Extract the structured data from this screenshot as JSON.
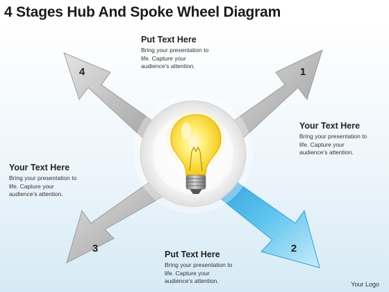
{
  "title": "4 Stages Hub And Spoke Wheel Diagram",
  "stages": [
    {
      "number": "1",
      "color": "gray"
    },
    {
      "number": "2",
      "color": "blue"
    },
    {
      "number": "3",
      "color": "gray"
    },
    {
      "number": "4",
      "color": "gray"
    }
  ],
  "hub": {
    "icon": "lightbulb-icon"
  },
  "callouts": {
    "top": {
      "heading": "Put Text Here",
      "body": "Bring your presentation to\nlife. Capture your\naudience’s attention."
    },
    "right": {
      "heading": "Your Text Here",
      "body": "Bring your presentation to\nlife. Capture your\naudience’s  attention."
    },
    "left": {
      "heading": "Your Text Here",
      "body": "Bring your presentation to\nlife. Capture your\naudience’s  attention."
    },
    "bottom": {
      "heading": "Put Text Here",
      "body": "Bring your presentation to\nlife. Capture your\naudience’s  attention."
    }
  },
  "logo": "Your Logo",
  "colors": {
    "gray_arrow": "#b5b5b5",
    "blue_arrow": "#45b3e6",
    "bulb": "#f7d51d"
  }
}
